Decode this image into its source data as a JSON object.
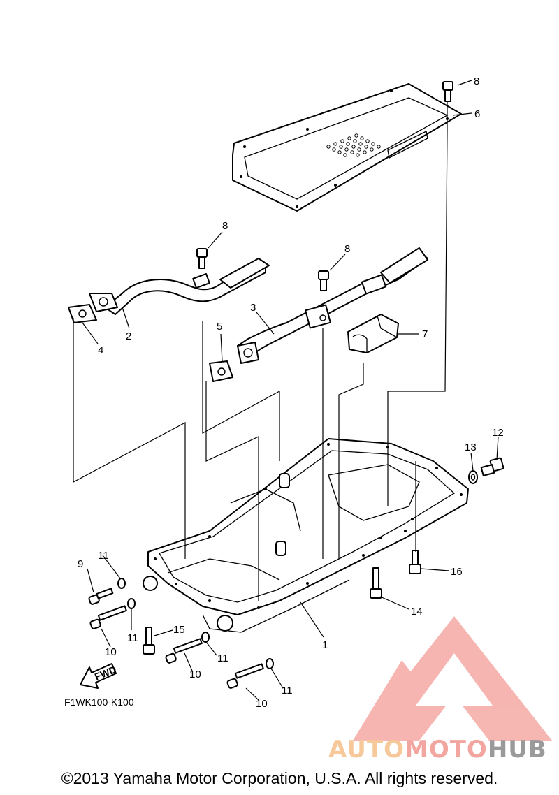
{
  "diagram": {
    "figure_code": "F1WK100-K100",
    "direction_label": "FWD",
    "callouts": [
      "1",
      "2",
      "3",
      "4",
      "5",
      "6",
      "7",
      "8",
      "8",
      "8",
      "9",
      "10",
      "10",
      "10",
      "10",
      "11",
      "11",
      "11",
      "11",
      "11",
      "12",
      "13",
      "14",
      "15",
      "16"
    ]
  },
  "watermark": {
    "part1": "AUTO",
    "part2": "MOTO",
    "part3": "HUB",
    "colors": {
      "auto": "#f6c89a",
      "moto": "#f3a6a0",
      "hub": "#9a9a9a",
      "triangle": "#f5a9a4"
    }
  },
  "footer": {
    "copyright": "©2013 Yamaha Motor Corporation, U.S.A. All rights reserved."
  }
}
